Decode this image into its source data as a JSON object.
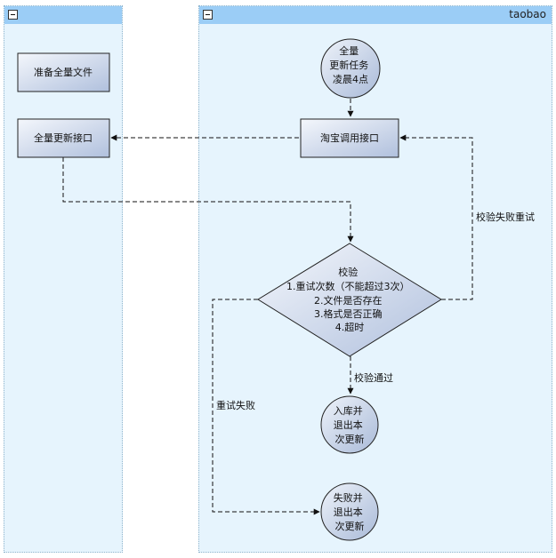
{
  "lanes": {
    "left": {
      "title": ""
    },
    "right": {
      "title": "taobao"
    }
  },
  "nodes": {
    "prepare_full_file": "准备全量文件",
    "full_update_api": "全量更新接口",
    "start_task": [
      "全量",
      "更新任务",
      "凌晨4点"
    ],
    "taobao_call_api": "淘宝调用接口",
    "validate": [
      "校验",
      "1.重试次数（不能超过3次）",
      "2.文件是否存在",
      "3.格式是否正确",
      "4.超时"
    ],
    "store_exit": [
      "入库并",
      "退出本",
      "次更新"
    ],
    "fail_exit": [
      "失败并",
      "退出本",
      "次更新"
    ]
  },
  "edges": {
    "validate_fail_retry": "校验失败重试",
    "validate_pass": "校验通过",
    "retry_failed": "重试失败"
  },
  "colors": {
    "lane_bg": "#e6f4fd",
    "lane_header": "#9bcdf6",
    "node_fill_light": "#eef3fa",
    "node_fill_dark": "#b4c4e0",
    "node_stroke": "#222222"
  }
}
